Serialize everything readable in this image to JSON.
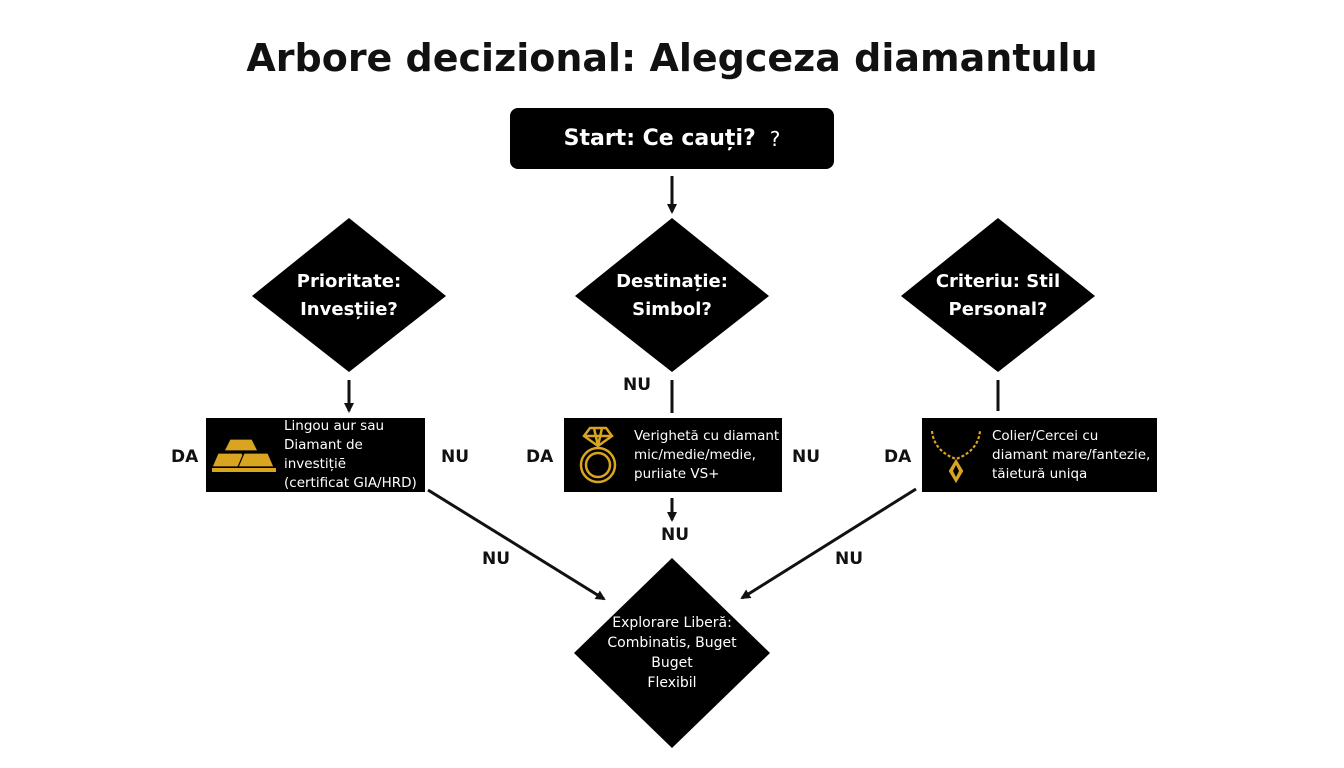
{
  "title": "Arbore decizional: Alegceza diamantulu",
  "start": {
    "text": "Start: Ce cauți?",
    "icon_text": "?"
  },
  "decisions": [
    {
      "line1": "Prioritate:",
      "line2": "Invesțiie?"
    },
    {
      "line1": "Destinație:",
      "line2": "Simbol?"
    },
    {
      "line1": "Criteriu: Stil",
      "line2": "Personal?"
    }
  ],
  "outcomes": [
    {
      "icon": "gold-bar-icon",
      "lines": [
        "Lingou aur sau",
        "Diamant de investițiē",
        "(certificat GIA/HRD)"
      ]
    },
    {
      "icon": "diamond-ring-icon",
      "lines": [
        "Verighetă cu diamant",
        "mic/medie/medie,",
        "puriiate VS+"
      ]
    },
    {
      "icon": "necklace-icon",
      "lines": [
        "Colier/Cercei cu",
        "diamant mare/fantezie,",
        "tăietură uniqa"
      ]
    }
  ],
  "final": {
    "lines": [
      "Explorare Liberă:",
      "Combinatis, Buget",
      "Buget",
      "Flexibil"
    ]
  },
  "labels": {
    "da_1": "DA",
    "nu_1": "NU",
    "da_2": "DA",
    "nu_2": "NU",
    "da_3": "DA",
    "nu_mid_top": "NU",
    "nu_mid_bottom": "NU",
    "nu_left_arrow": "NU",
    "nu_right_arrow": "NU"
  },
  "colors": {
    "node": "#000000",
    "icon_gold": "#d9a521",
    "background": "#ffffff"
  }
}
